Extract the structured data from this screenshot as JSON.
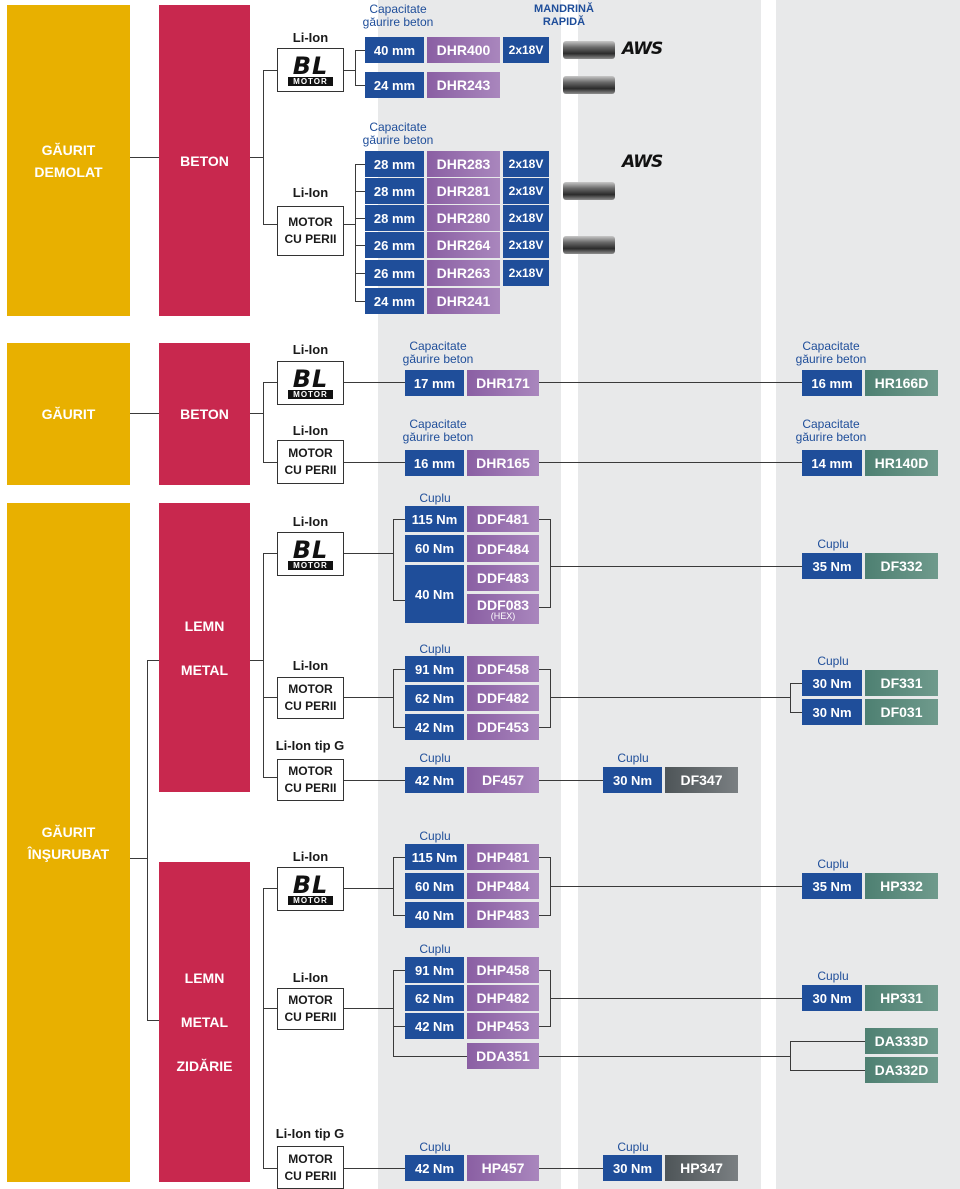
{
  "sections": {
    "demolition": {
      "category": "GĂURIT\nDEMOLAT",
      "material": "BETON"
    },
    "drilling": {
      "category": "GĂURIT",
      "material": "BETON"
    },
    "screwdriving": {
      "category": "GĂURIT\nÎNŞURUBAT",
      "material_wood_metal": "LEMN\n\nMETAL",
      "material_masonry": "LEMN\n\nMETAL\n\nZIDĂRIE"
    }
  },
  "motor_labels": {
    "li_ion": "Li-Ion",
    "li_ion_g": "Li-Ion tip G",
    "brushed": "MOTOR\nCU PERII",
    "bl_logo": "BL",
    "bl_sub": "MOTOR"
  },
  "headers": {
    "capacity": "Capacitate\ngăurire beton",
    "torque": "Cuplu",
    "quick_chuck": "MANDRINĂ\nRAPIDĂ",
    "aws": "AWS"
  },
  "demolition_bl": [
    {
      "capacity": "40 mm",
      "model": "DHR400",
      "voltage": "2x18V"
    },
    {
      "capacity": "24 mm",
      "model": "DHR243",
      "voltage": ""
    }
  ],
  "demolition_brushed": [
    {
      "capacity": "28 mm",
      "model": "DHR283",
      "voltage": "2x18V"
    },
    {
      "capacity": "28 mm",
      "model": "DHR281",
      "voltage": "2x18V"
    },
    {
      "capacity": "28 mm",
      "model": "DHR280",
      "voltage": "2x18V"
    },
    {
      "capacity": "26 mm",
      "model": "DHR264",
      "voltage": "2x18V"
    },
    {
      "capacity": "26 mm",
      "model": "DHR263",
      "voltage": "2x18V"
    },
    {
      "capacity": "24 mm",
      "model": "DHR241",
      "voltage": ""
    }
  ],
  "drilling_bl": {
    "capacity": "17 mm",
    "model": "DHR171",
    "alt_capacity": "16 mm",
    "alt_model": "HR166D"
  },
  "drilling_brushed": {
    "capacity": "16 mm",
    "model": "DHR165",
    "alt_capacity": "14 mm",
    "alt_model": "HR140D"
  },
  "driver_bl": {
    "rows": [
      {
        "torque": "115 Nm",
        "model": "DDF481"
      },
      {
        "torque": "60 Nm",
        "model": "DDF484"
      },
      {
        "torque": "40 Nm",
        "model": "DDF483"
      },
      {
        "torque": "",
        "model": "DDF083",
        "note": "(HEX)"
      }
    ],
    "alt_torque": "35 Nm",
    "alt_model": "DF332"
  },
  "driver_brushed": {
    "rows": [
      {
        "torque": "91 Nm",
        "model": "DDF458"
      },
      {
        "torque": "62 Nm",
        "model": "DDF482"
      },
      {
        "torque": "42 Nm",
        "model": "DDF453"
      }
    ],
    "alt": [
      {
        "torque": "30 Nm",
        "model": "DF331"
      },
      {
        "torque": "30 Nm",
        "model": "DF031"
      }
    ]
  },
  "driver_g": {
    "torque": "42 Nm",
    "model": "DF457",
    "alt_torque": "30 Nm",
    "alt_model": "DF347"
  },
  "hammer_bl": {
    "rows": [
      {
        "torque": "115 Nm",
        "model": "DHP481"
      },
      {
        "torque": "60 Nm",
        "model": "DHP484"
      },
      {
        "torque": "40 Nm",
        "model": "DHP483"
      }
    ],
    "alt_torque": "35 Nm",
    "alt_model": "HP332"
  },
  "hammer_brushed": {
    "rows": [
      {
        "torque": "91 Nm",
        "model": "DHP458"
      },
      {
        "torque": "62 Nm",
        "model": "DHP482"
      },
      {
        "torque": "42 Nm",
        "model": "DHP453"
      }
    ],
    "angle_model": "DDA351",
    "alt_torque": "30 Nm",
    "alt_model": "HP331",
    "angle_alt": [
      "DA333D",
      "DA332D"
    ]
  },
  "hammer_g": {
    "torque": "42 Nm",
    "model": "HP457",
    "alt_torque": "30 Nm",
    "alt_model": "HP347"
  },
  "colors": {
    "yellow": "#e8b000",
    "red": "#c8284e",
    "blue": "#1f4e9a",
    "purple": "#8a5fa3",
    "green": "#4e8072",
    "grey": "#4e5558"
  }
}
